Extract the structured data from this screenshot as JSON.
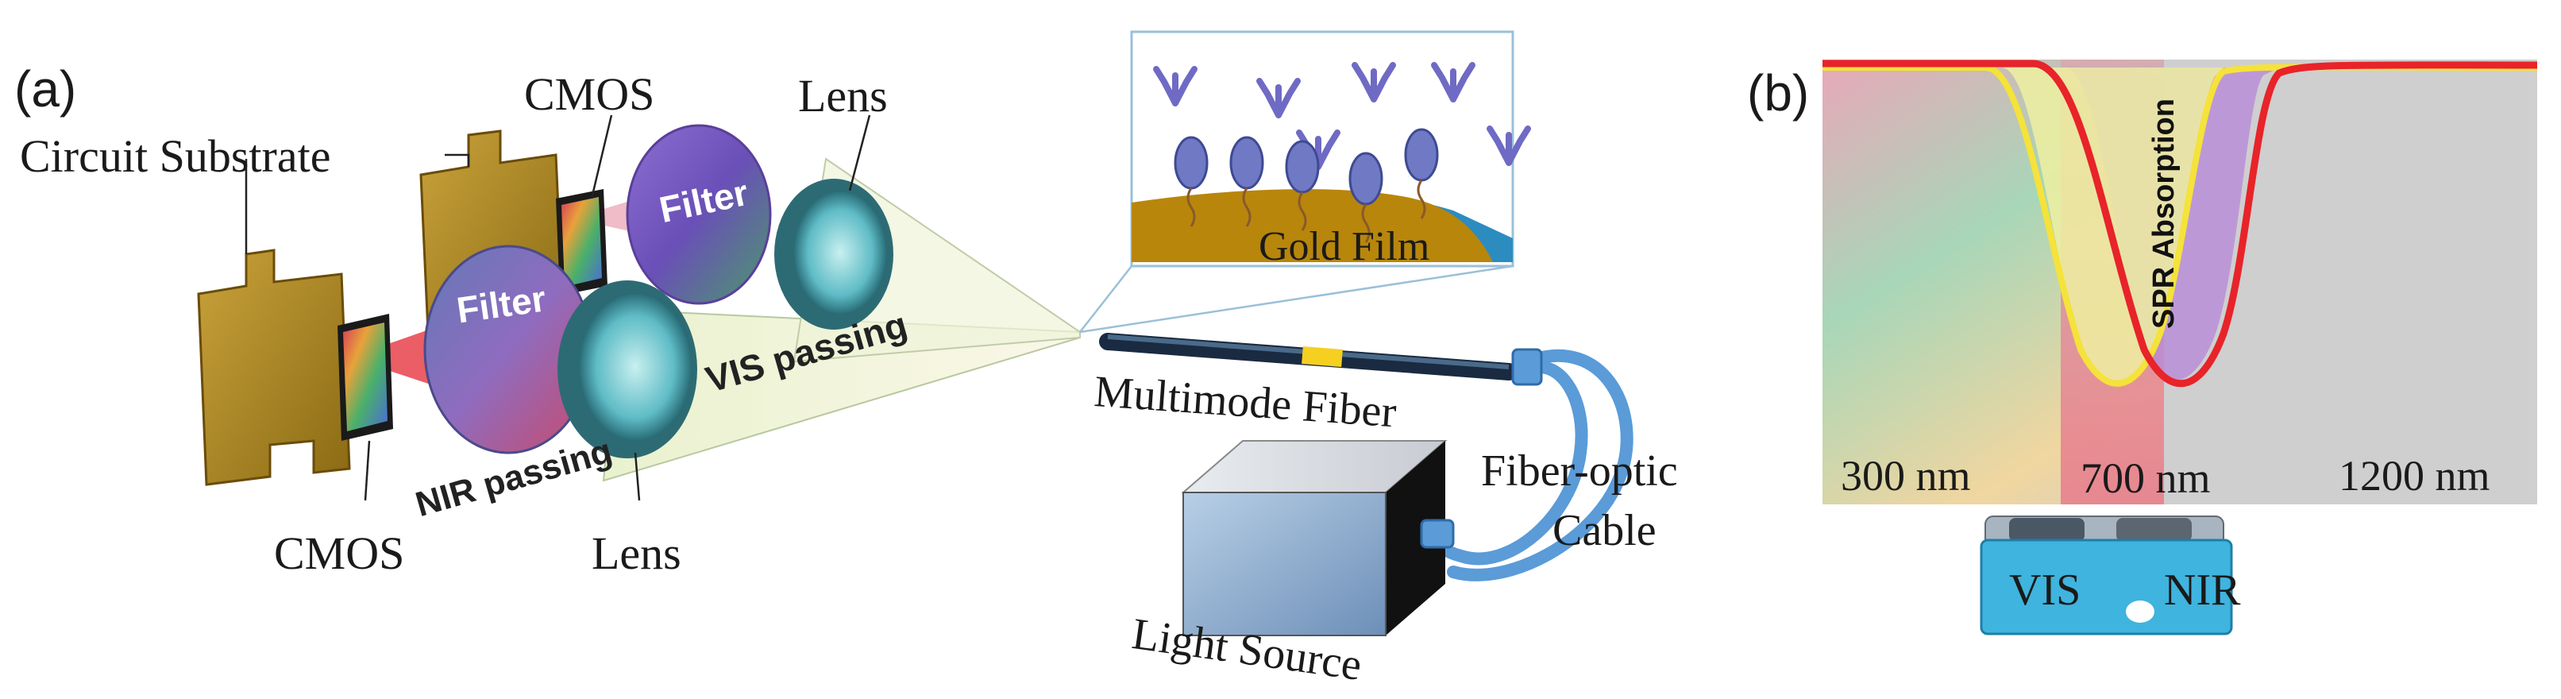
{
  "panel_a": {
    "label": "(a)",
    "circuit_substrate": "Circuit Substrate",
    "cmos_top": "CMOS",
    "cmos_bottom": "CMOS",
    "lens_top": "Lens",
    "lens_bottom": "Lens",
    "filter_top": "Filter",
    "filter_bottom": "Filter",
    "vis_passing": "VIS passing",
    "nir_passing": "NIR passing",
    "gold_film": "Gold Film",
    "multimode_fiber": "Multimode Fiber",
    "fiber_optic_cable": [
      "Fiber-optic",
      "Cable"
    ],
    "light_source": "Light Source"
  },
  "panel_b": {
    "label": "(b)",
    "spr_absorption": "SPR Absorption",
    "wavelength_labels": [
      "300 nm",
      "700 nm",
      "1200 nm"
    ],
    "device_labels": [
      "VIS",
      "NIR"
    ]
  },
  "colors": {
    "gold": "#b08a1e",
    "gold_dark": "#7a5a0c",
    "fiber_blue": "#5a9bd8",
    "curve_red": "#e8232a",
    "curve_yellow": "#f5e23a",
    "device_cyan": "#3fb4de"
  }
}
